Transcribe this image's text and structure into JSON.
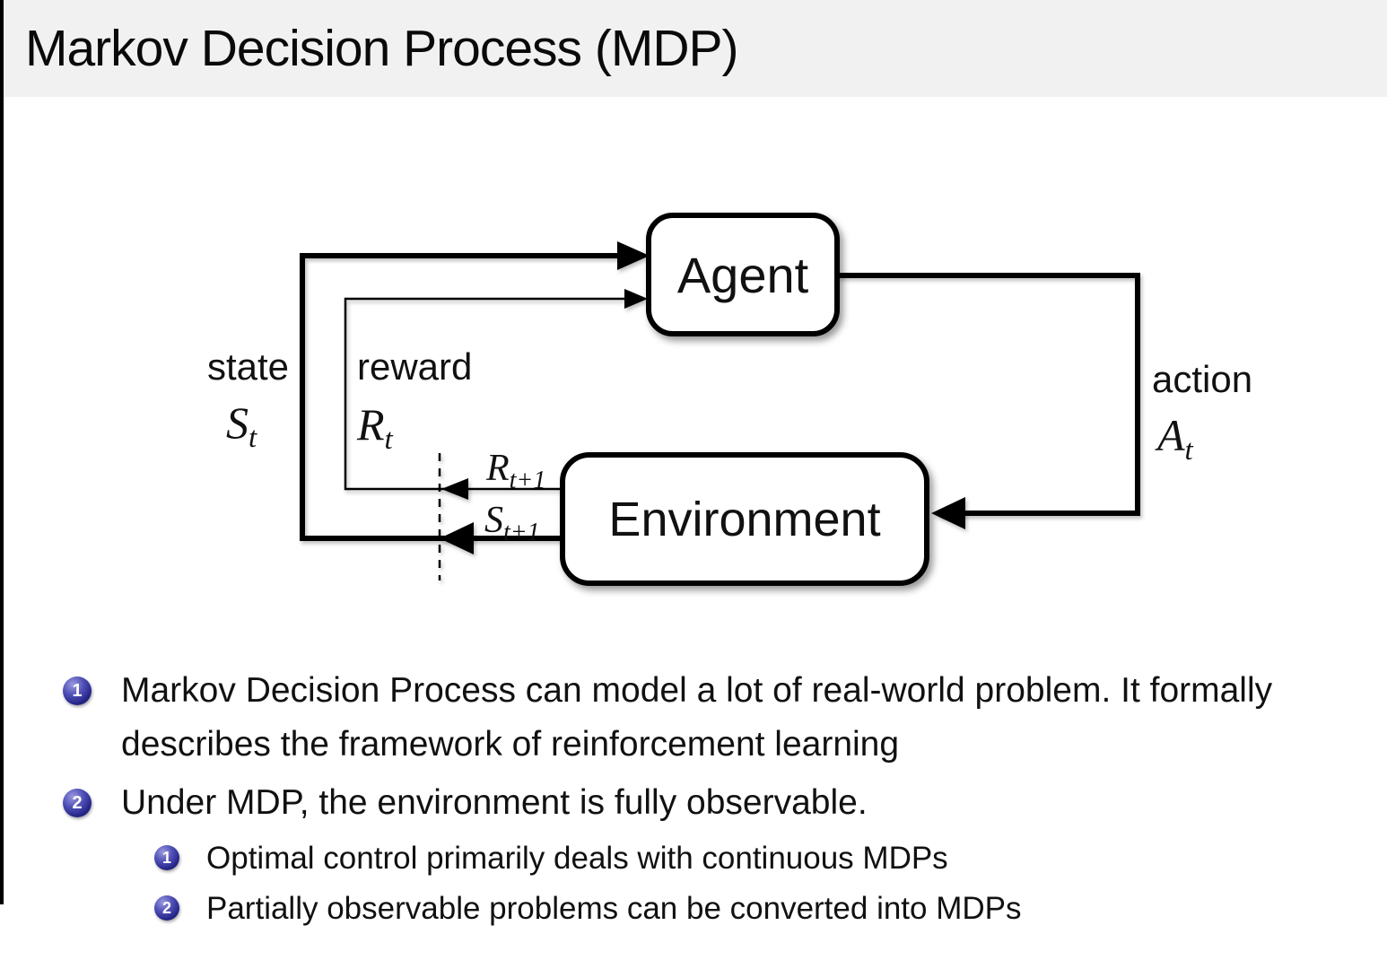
{
  "title": "Markov Decision Process (MDP)",
  "diagram": {
    "agent_label": "Agent",
    "environment_label": "Environment",
    "state": {
      "label": "state",
      "symbol": "S",
      "subscript": "t"
    },
    "reward": {
      "label": "reward",
      "symbol": "R",
      "subscript": "t"
    },
    "action": {
      "label": "action",
      "symbol": "A",
      "subscript": "t"
    },
    "next_reward": {
      "symbol": "R",
      "subscript": "t+1"
    },
    "next_state": {
      "symbol": "S",
      "subscript": "t+1"
    }
  },
  "bullets": [
    {
      "marker": "1",
      "text": "Markov Decision Process can model a lot of real-world problem. It formally describes the framework of reinforcement learning"
    },
    {
      "marker": "2",
      "text": "Under MDP, the environment is fully observable.",
      "sub": [
        {
          "marker": "1",
          "text": "Optimal control primarily deals with continuous MDPs"
        },
        {
          "marker": "2",
          "text": "Partially observable problems can be converted into MDPs"
        }
      ]
    }
  ],
  "colors": {
    "title_bg": "#f1f1f1",
    "body_text": "#111111",
    "ball_blue": "#3333b2",
    "diagram_ink": "#000000"
  }
}
